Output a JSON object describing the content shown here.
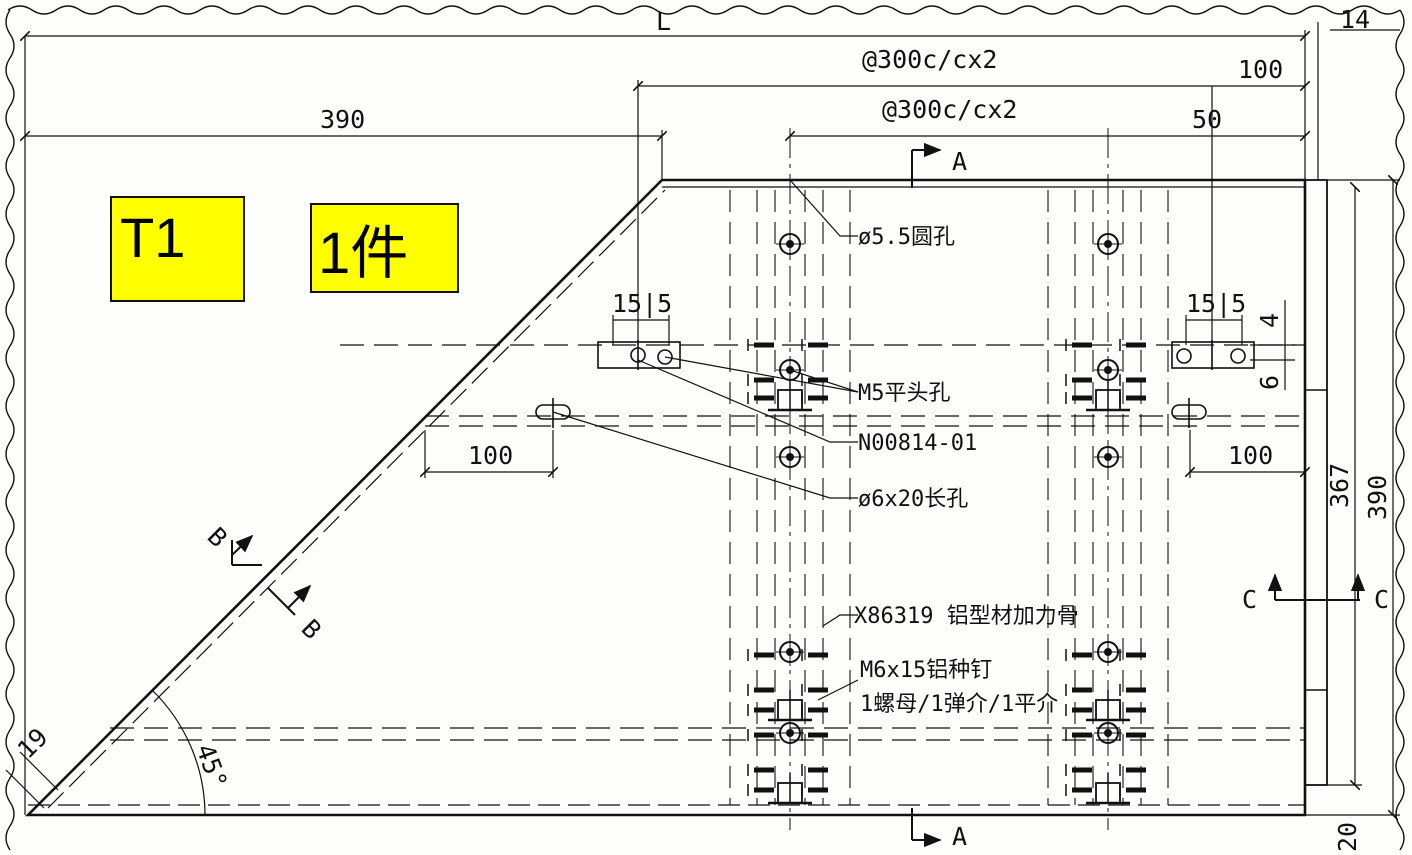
{
  "labels": {
    "part_tag": "T1",
    "quantity_tag": "1件"
  },
  "dimensions": {
    "overall_length": "L",
    "edge_right_top": "14",
    "pitch_upper": "@300c/cx2",
    "pitch_lower": "@300c/cx2",
    "offset_100_top": "100",
    "offset_50": "50",
    "left_390": "390",
    "hole_left_15_15": "15|5",
    "hole_right_15_15": "15|5",
    "small_4": "4",
    "small_6": "6",
    "slot_left_100": "100",
    "slot_right_100": "100",
    "height_367": "367",
    "height_390": "390",
    "bottom_20": "20",
    "corner_19": "19",
    "angle_45": "45°"
  },
  "sections": {
    "a_top": "A",
    "a_bottom": "A",
    "b_top": "B",
    "b_bottom": "B",
    "c_left": "C",
    "c_right": "C"
  },
  "notes": {
    "round_hole": "ø5.5圆孔",
    "flat_head_hole": "M5平头孔",
    "part_no": "N00814-01",
    "long_slot": "ø6x20长孔",
    "stiffener": "X86319 铝型材加力骨",
    "rivet_line1": "M6x15铝种钉",
    "rivet_line2": "1螺母/1弹介/1平介"
  },
  "colors": {
    "line": "#111111",
    "tag_fill": "#ffff00",
    "background": "#fdfdfb"
  }
}
